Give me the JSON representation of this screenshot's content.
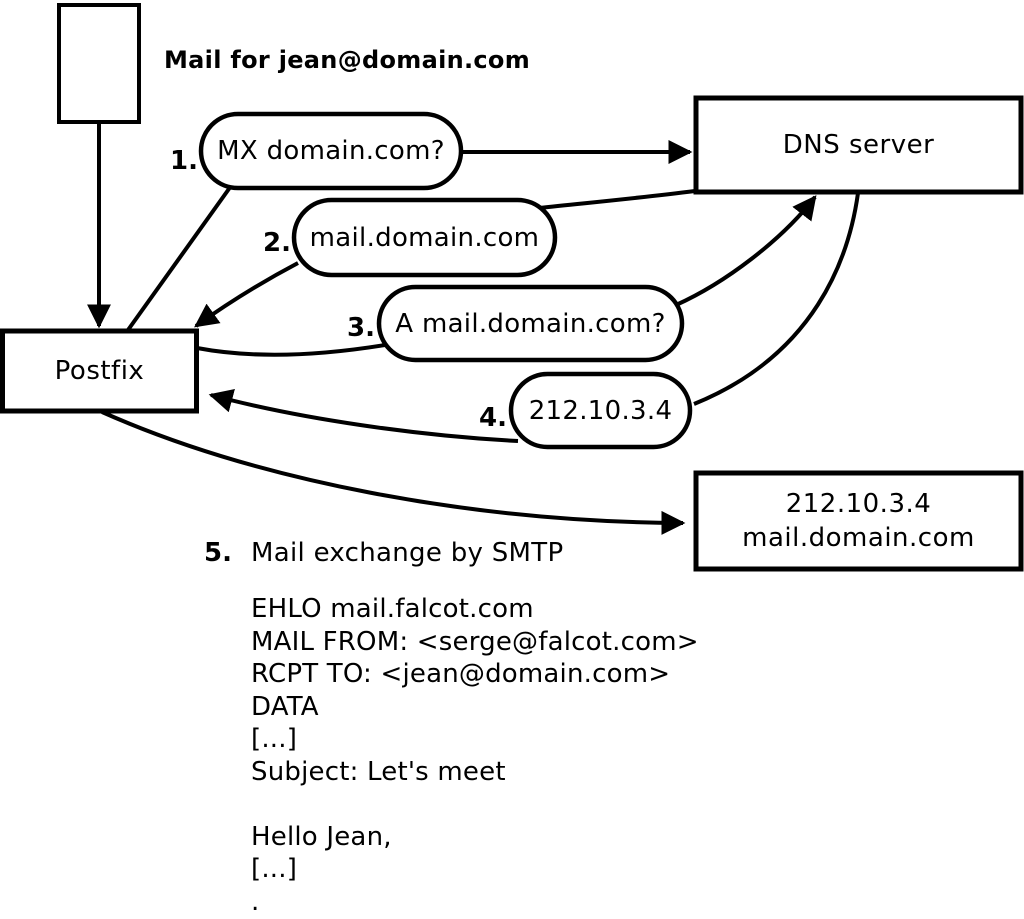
{
  "diagram": {
    "title": "Mail for jean@domain.com",
    "nodes": {
      "postfix": {
        "label": "Postfix"
      },
      "dns_server": {
        "label": "DNS server"
      },
      "mail_server": {
        "line1": "212.10.3.4",
        "line2": "mail.domain.com"
      }
    },
    "steps": [
      {
        "num": "1.",
        "label": "MX domain.com?"
      },
      {
        "num": "2.",
        "label": "mail.domain.com"
      },
      {
        "num": "3.",
        "label": "A mail.domain.com?"
      },
      {
        "num": "4.",
        "label": "212.10.3.4"
      },
      {
        "num": "5.",
        "label": "Mail exchange by SMTP"
      }
    ],
    "smtp_transcript": "EHLO mail.falcot.com\nMAIL FROM: <serge@falcot.com>\nRCPT TO: <jean@domain.com>\nDATA\n[...]\nSubject: Let's meet\n\nHello Jean,\n[...]\n."
  },
  "colors": {
    "stroke": "#000000",
    "background": "#ffffff"
  }
}
